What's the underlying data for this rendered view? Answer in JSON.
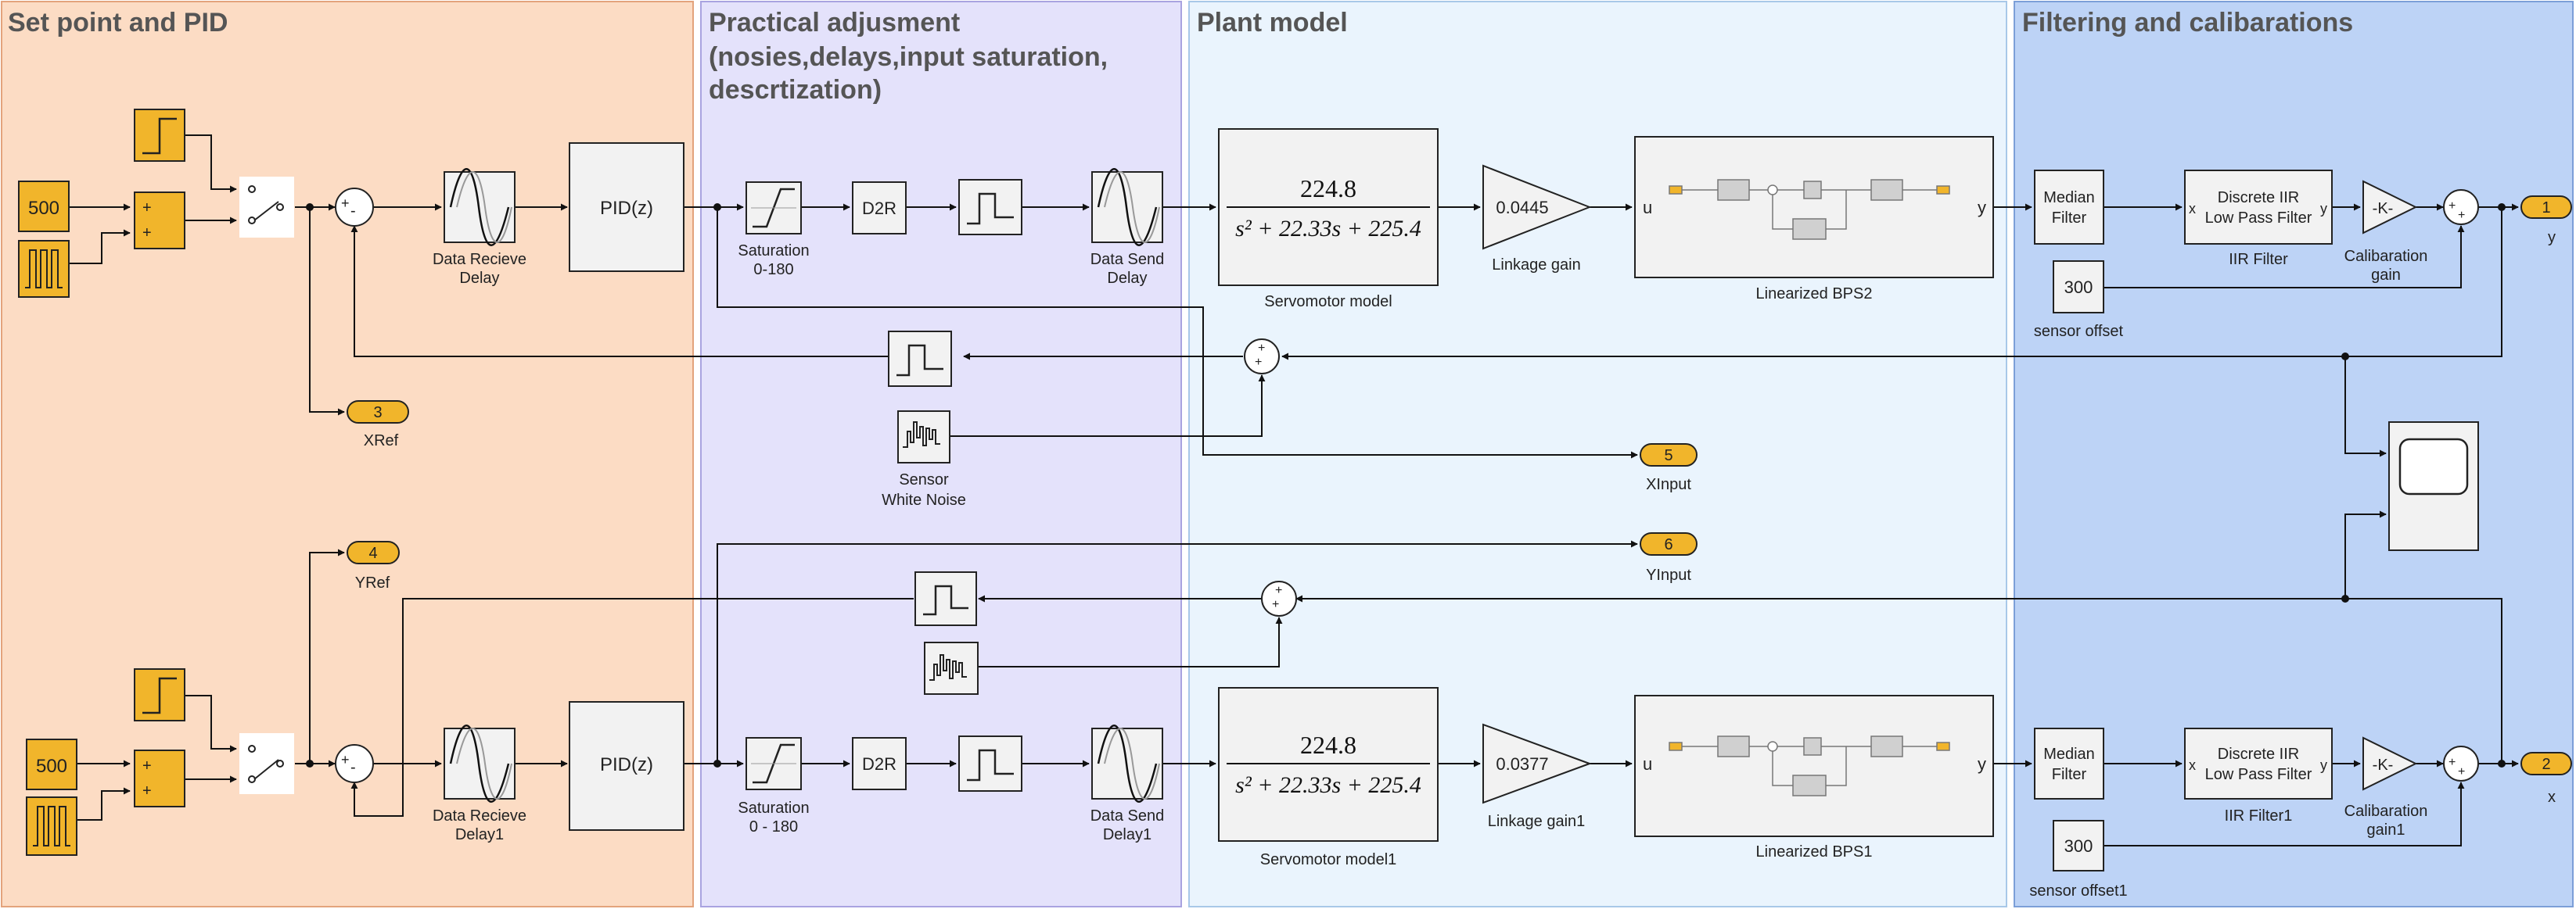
{
  "areas": {
    "setpoint": "Set point and PID",
    "practical_1": "Practical adjusment",
    "practical_2": "(nosies,delays,input saturation,",
    "practical_3": "descrtization)",
    "plant": "Plant model",
    "filtering": "Filtering and calibarations"
  },
  "colors": {
    "setpoint_bg": "#fcdcc4",
    "practical_bg": "#e4e2fb",
    "plant_bg": "#eaf4fd",
    "filtering_bg": "#bdd3f6",
    "source_block": "#f1b52b",
    "port": "#f1b52b"
  },
  "blocks": {
    "const_top": "500",
    "const_bot": "500",
    "sum_sign_plus": "+",
    "sum_sign_minus": "-",
    "pid": "PID(z)",
    "data_receive_delay": "Data Recieve",
    "data_receive_delay_2": "Delay",
    "data_receive_delay1_2": "Delay1",
    "saturation_top_1": "Saturation",
    "saturation_top_2": "0-180",
    "saturation_bot_2": "0 - 180",
    "d2r": "D2R",
    "data_send_top_1": "Data Send",
    "data_send_top_2": "Delay",
    "data_send_bot_2": "Delay1",
    "sensor_noise_1": "Sensor",
    "sensor_noise_2": "White Noise",
    "tf_num": "224.8",
    "tf_den": "s² + 22.33s + 225.4",
    "servo_top": "Servomotor model",
    "servo_bot": "Servomotor model1",
    "gain_top_value": "0.0445",
    "gain_bot_value": "0.0377",
    "gain_top_label": "Linkage gain",
    "gain_bot_label": "Linkage gain1",
    "bps_in": "u",
    "bps_out": "y",
    "bps_top_label": "Linearized BPS2",
    "bps_bot_label": "Linearized BPS1",
    "median_1": "Median",
    "median_2": "Filter",
    "iir_1": "Discrete IIR",
    "iir_2": "Low Pass Filter",
    "iir_in": "x",
    "iir_out": "y",
    "iir_top_label": "IIR Filter",
    "iir_bot_label": "IIR Filter1",
    "calib_gain": "-K-",
    "calib_top_1": "Calibaration",
    "calib_top_2": "gain",
    "calib_bot_2": "gain1",
    "offset_value": "300",
    "offset_top_label": "sensor offset",
    "offset_bot_label": "sensor offset1"
  },
  "ports": {
    "out1": {
      "num": "1",
      "label": "y"
    },
    "out2": {
      "num": "2",
      "label": "x"
    },
    "out3": {
      "num": "3",
      "label": "XRef"
    },
    "out4": {
      "num": "4",
      "label": "YRef"
    },
    "out5": {
      "num": "5",
      "label": "XInput"
    },
    "out6": {
      "num": "6",
      "label": "YInput"
    }
  }
}
